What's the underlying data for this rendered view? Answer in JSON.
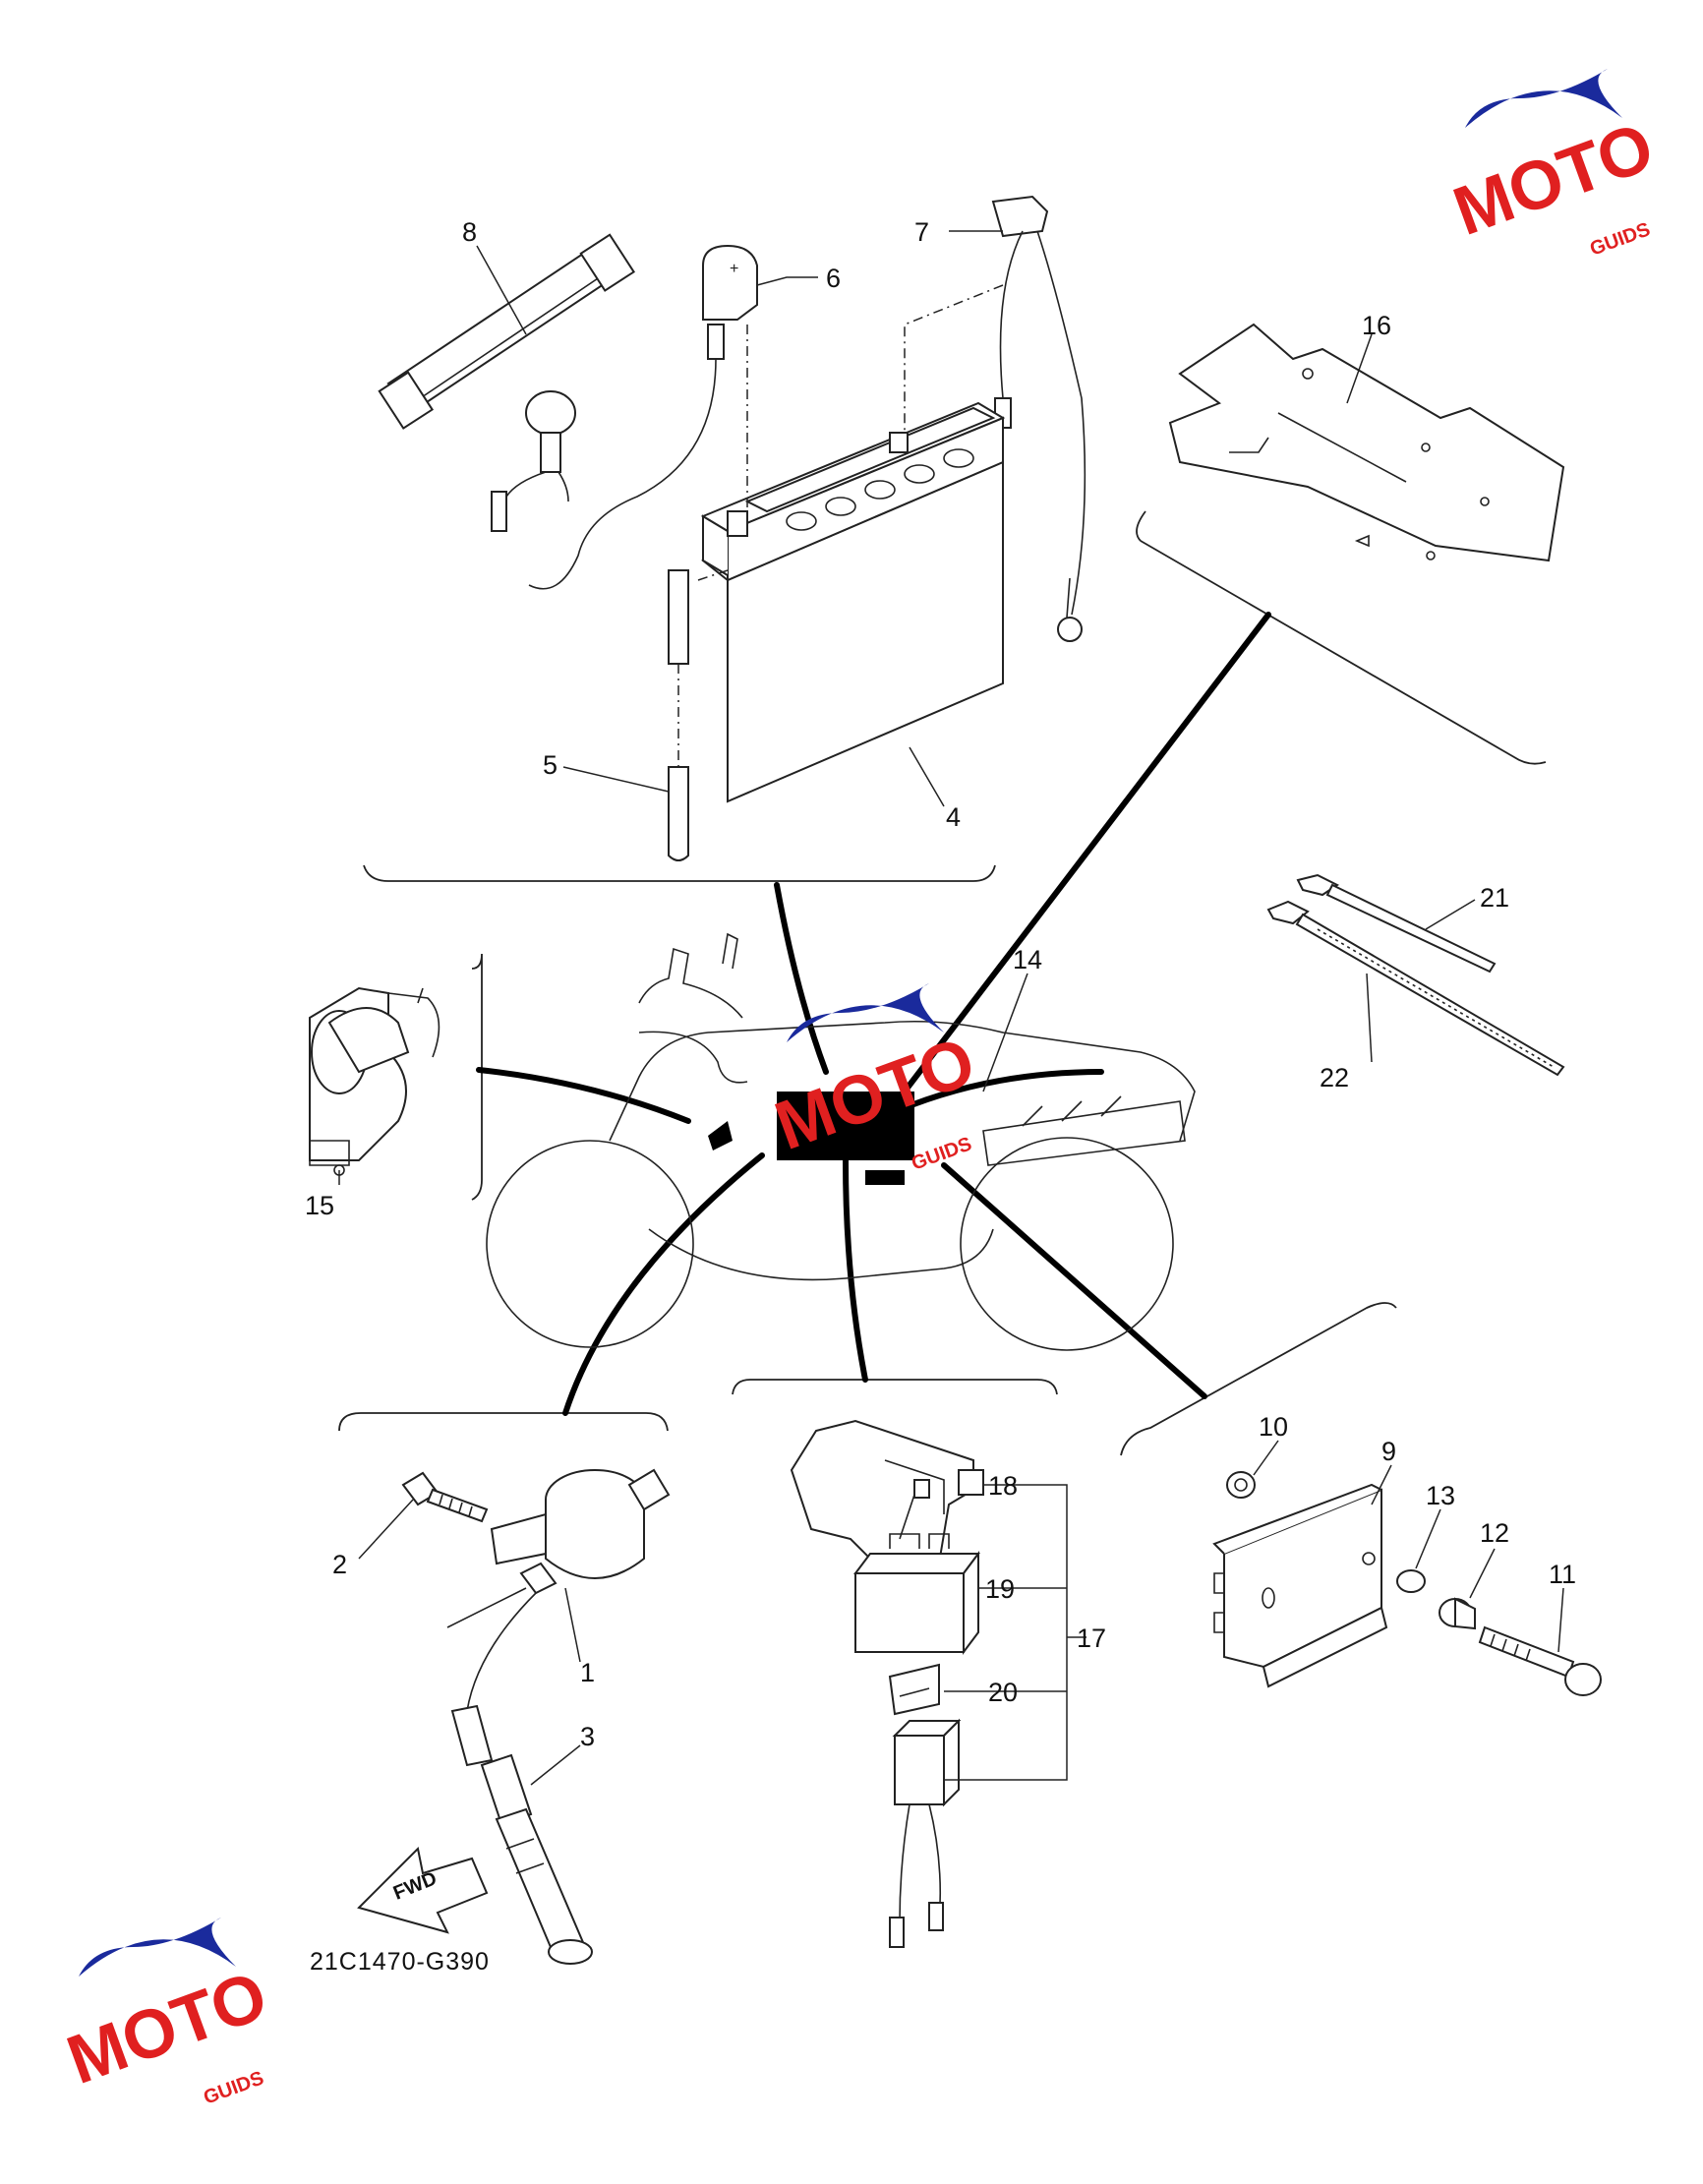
{
  "diagram_code": "21C1470-G390",
  "fwd_label": "FWD",
  "watermark": {
    "brand": "MOTO",
    "suffix": "GUIDS",
    "color_red": "#e02020",
    "color_blue": "#1a2a9c",
    "color_black": "#000000"
  },
  "callouts": {
    "c1": "1",
    "c2": "2",
    "c3": "3",
    "c4": "4",
    "c5": "5",
    "c6": "6",
    "c7": "7",
    "c8": "8",
    "c9": "9",
    "c10": "10",
    "c11": "11",
    "c12": "12",
    "c13": "13",
    "c14": "14",
    "c15": "15",
    "c16": "16",
    "c17": "17",
    "c18": "18",
    "c19": "19",
    "c20": "20",
    "c21": "21",
    "c22": "22"
  }
}
